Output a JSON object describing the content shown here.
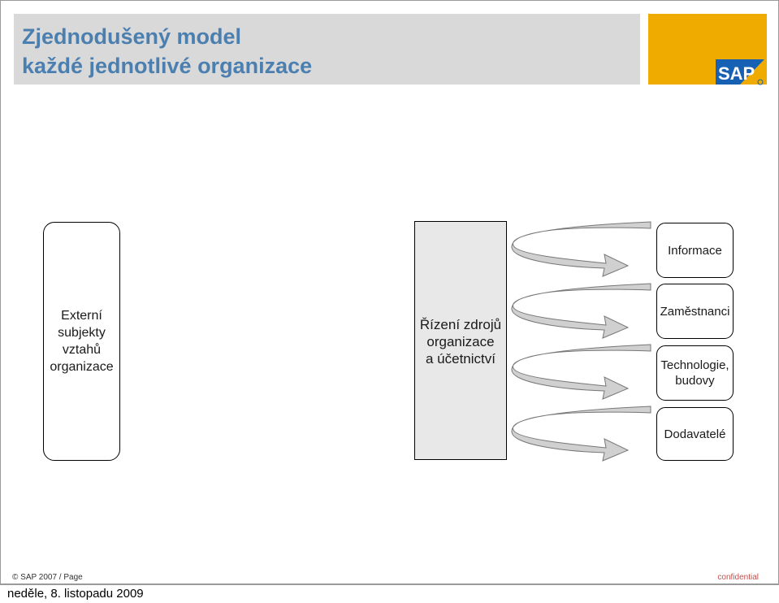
{
  "header": {
    "title_line1": "Zjednodušený model",
    "title_line2": "každé jednotlivé organizace",
    "logo_text": "SAP"
  },
  "diagram": {
    "external_box": "Externí\nsubjekty\nvztahů\norganizace",
    "resource_box": "Řízení zdrojů\norganizace\na účetnictví",
    "resources": [
      "Informace",
      "Zaměstnanci",
      "Technologie,\nbudovy",
      "Dodavatelé"
    ]
  },
  "footer": {
    "copyright": "SAP 2007 / Page",
    "confidential": "confidential",
    "date": "neděle, 8. listopadu 2009"
  },
  "colors": {
    "title": "#4a7fb0",
    "title_bar": "#d9d9d9",
    "logo_bg": "#f0ab00",
    "sap_blue": "#1761b5",
    "confidential": "#c0504d"
  }
}
